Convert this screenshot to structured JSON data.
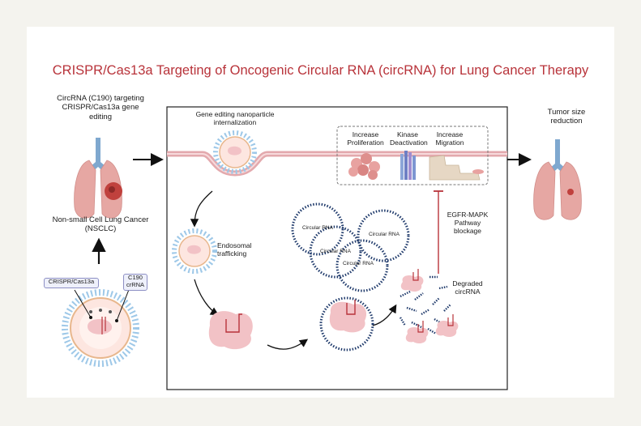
{
  "title": "CRISPR/Cas13a Targeting of Oncogenic  Circular RNA (circRNA) for Lung Cancer Therapy",
  "left": {
    "targeting_label": "CircRNA (C190) targeting CRISPR/Cas13a gene editing",
    "nsclc_label": "Non-small Cell Lung Cancer (NSCLC)",
    "tag_cas": "CRISPR/Cas13a",
    "tag_crrna": "C190 crRNA"
  },
  "right": {
    "outcome_label": "Tumor size reduction"
  },
  "panel": {
    "internalization_label": "Gene editing nanoparticle internalization",
    "endosomal_label": "Endosomal trafficking",
    "effects": [
      "Increase Proliferation",
      "Kinase Deactivation",
      "Increase Migration"
    ],
    "circ_rna_labels": [
      "Circular RNA",
      "Circular RNA",
      "Circular RNA",
      "Circular RNA"
    ],
    "pathway_label": "EGFR-MAPK Pathway blockage",
    "degraded_label": "Degraded circRNA"
  },
  "colors": {
    "title": "#b8333a",
    "membrane": "#e3a9ad",
    "lung": "#e6a7a3",
    "trachea": "#7fa8cf",
    "tumor": "#c0413d",
    "circle": "#1f3a6b",
    "cas_protein": "#f2c2c6",
    "inhibit_line": "#b8333a"
  }
}
